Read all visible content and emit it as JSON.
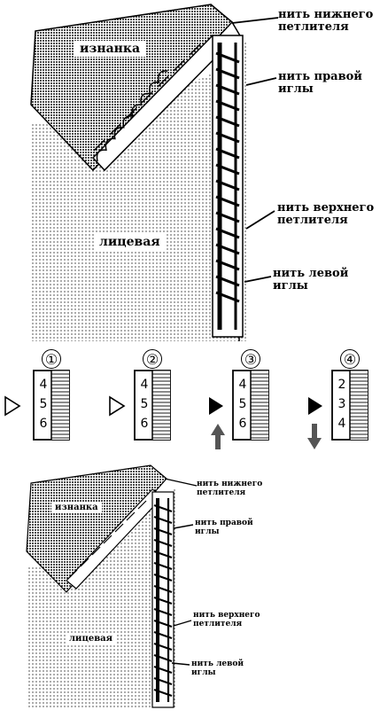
{
  "labels": {
    "lower_looper_thread": "нить нижнего петлителя",
    "right_needle_thread": "нить правой иглы",
    "upper_looper_thread": "нить верхнего петлителя",
    "left_needle_thread": "нить левой иглы",
    "wrong_side": "изнанка",
    "right_side": "лицевая"
  },
  "dials": [
    {
      "number": "①",
      "digits": [
        "4",
        "5",
        "6"
      ],
      "marker": "outline-triangle",
      "arrow": "none"
    },
    {
      "number": "②",
      "digits": [
        "4",
        "5",
        "6"
      ],
      "marker": "outline-triangle",
      "arrow": "none"
    },
    {
      "number": "③",
      "digits": [
        "4",
        "5",
        "6"
      ],
      "marker": "filled-triangle",
      "arrow": "up"
    },
    {
      "number": "④",
      "digits": [
        "2",
        "3",
        "4"
      ],
      "marker": "filled-triangle",
      "arrow": "down"
    }
  ],
  "colors": {
    "ink": "#000000",
    "arrow_gray": "#555555",
    "paper": "#ffffff"
  }
}
